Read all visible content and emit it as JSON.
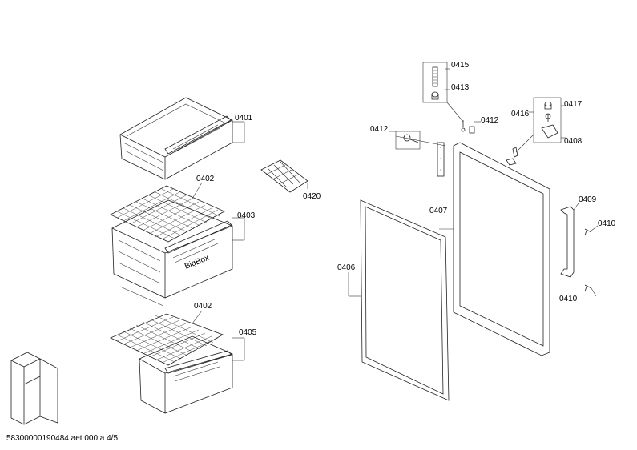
{
  "labels": {
    "p0401": "0401",
    "p0402a": "0402",
    "p0403": "0403",
    "p0402b": "0402",
    "p0405": "0405",
    "p0420": "0420",
    "p0415": "0415",
    "p0413": "0413",
    "p0412a": "0412",
    "p0412b": "0412",
    "p0416": "0416",
    "p0417": "0417",
    "p0408": "0408",
    "p0407": "0407",
    "p0406": "0406",
    "p0409": "0409",
    "p0410a": "0410",
    "p0410b": "0410"
  },
  "drawer_brand": "BigBox",
  "footer": "58300000190484 aet 000 a 4/5"
}
